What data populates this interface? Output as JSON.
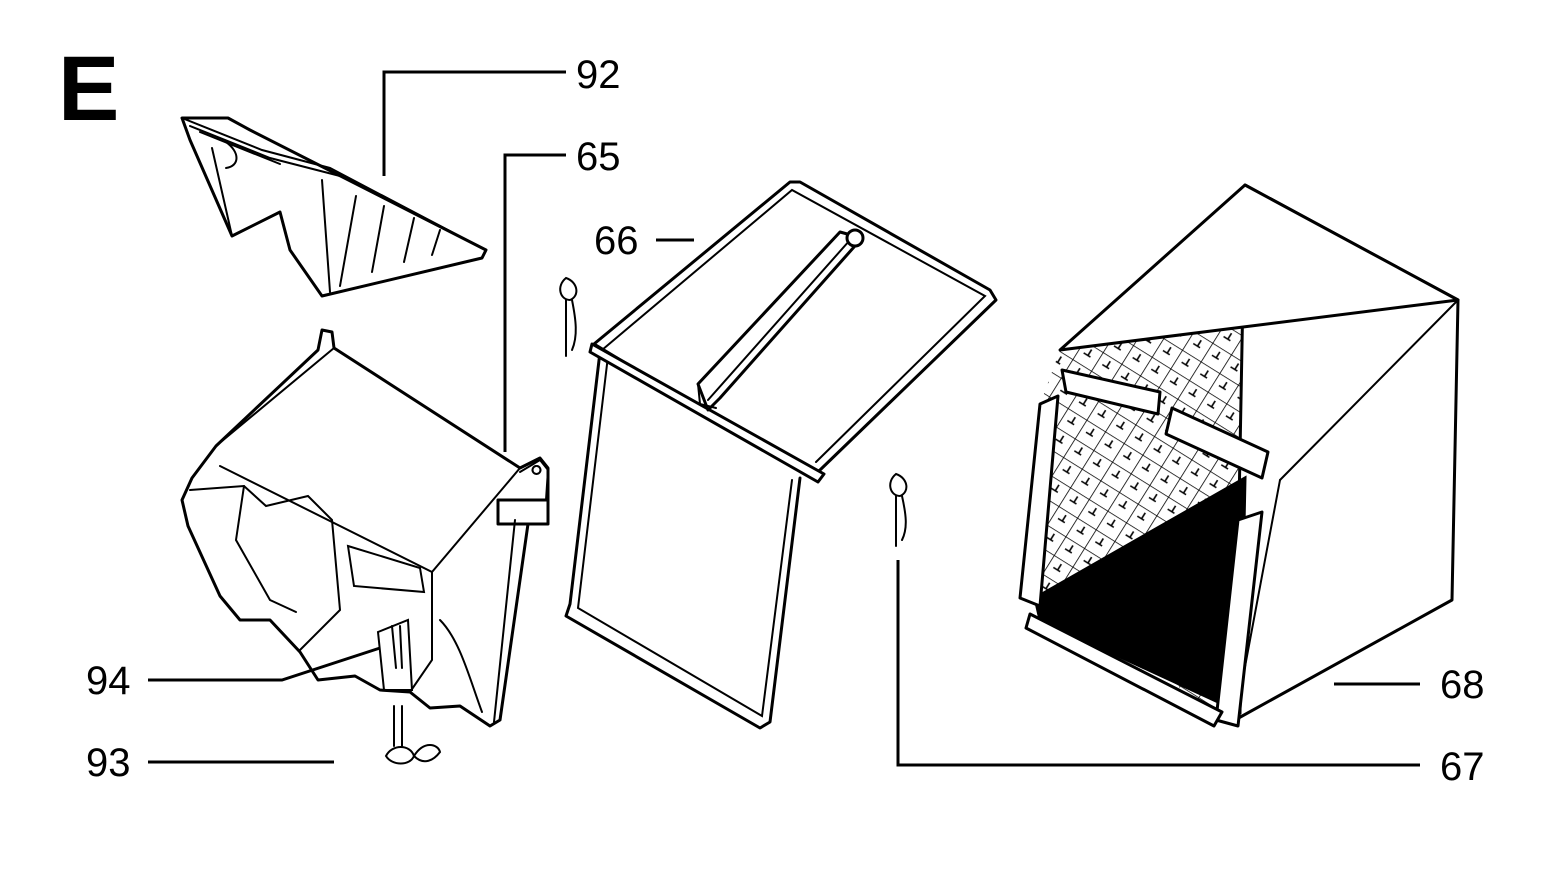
{
  "section_label": "E",
  "callouts": {
    "c92": "92",
    "c65": "65",
    "c66": "66",
    "c94": "94",
    "c93": "93",
    "c68": "68",
    "c67": "67"
  }
}
